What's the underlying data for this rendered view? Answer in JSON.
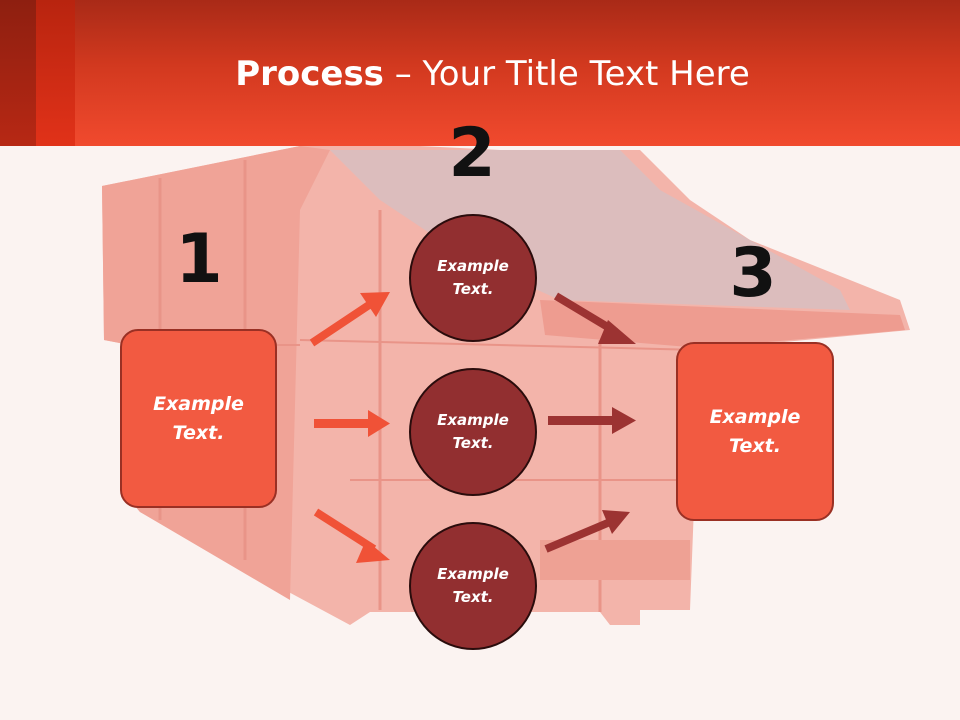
{
  "header": {
    "title_bold": "Process",
    "title_rest": " – Your Title Text Here"
  },
  "steps": {
    "step1_number": "1",
    "step2_number": "2",
    "step3_number": "3"
  },
  "nodes": {
    "left_box": "Example\nText.",
    "circle_top": "Example\nText.",
    "circle_middle": "Example\nText.",
    "circle_bottom": "Example\nText.",
    "right_box": "Example\nText."
  },
  "colors": {
    "header_accent": "#f14a2e",
    "box_fill": "#f25a41",
    "circle_fill": "#922f30",
    "arrow_light": "#f05237",
    "arrow_dark": "#9c3332"
  }
}
